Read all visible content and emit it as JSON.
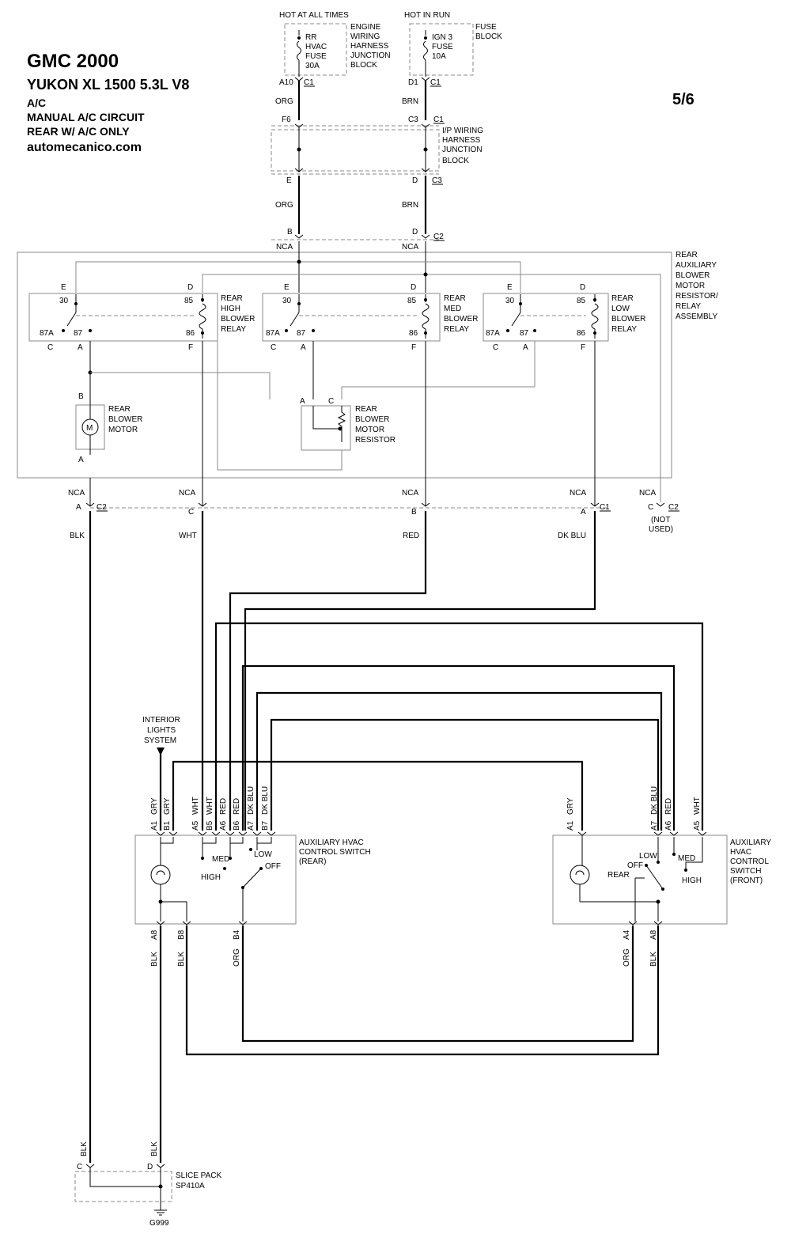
{
  "header": {
    "make": "GMC 2000",
    "model": "YUKON XL 1500  5.3L  V8",
    "system": "A/C",
    "circuit": "MANUAL A/C CIRCUIT",
    "option": "REAR W/ A/C ONLY",
    "site": "automecanico.com",
    "page": "5/6"
  },
  "power": {
    "hot_always": "HOT AT ALL TIMES",
    "hot_run": "HOT IN RUN",
    "fuse_rr": [
      "RR",
      "HVAC",
      "FUSE",
      "30A"
    ],
    "fuse_ign": [
      "IGN 3",
      "FUSE",
      "10A"
    ],
    "engine_block": [
      "ENGINE",
      "WIRING",
      "HARNESS",
      "JUNCTION",
      "BLOCK"
    ],
    "fuse_block": [
      "FUSE",
      "BLOCK"
    ],
    "ip_block": [
      "I/P WIRING",
      "HARNESS",
      "JUNCTION",
      "BLOCK"
    ]
  },
  "pins": {
    "a10": "A10",
    "d1": "D1",
    "c1": "C1",
    "c2": "C2",
    "c3": "C3",
    "f6": "F6",
    "e": "E",
    "d": "D",
    "b": "B",
    "a": "A",
    "c": "C",
    "f": "F",
    "nca": "NCA",
    "n30": "30",
    "n85": "85",
    "n87a": "87A",
    "n87": "87",
    "n86": "86"
  },
  "wires": {
    "org": "ORG",
    "brn": "BRN",
    "blk": "BLK",
    "wht": "WHT",
    "red": "RED",
    "dkblu": "DK BLU",
    "gry": "GRY"
  },
  "assembly": [
    "REAR",
    "AUXILIARY",
    "BLOWER",
    "MOTOR",
    "RESISTOR/",
    "RELAY",
    "ASSEMBLY"
  ],
  "relays": {
    "high": [
      "REAR",
      "HIGH",
      "BLOWER",
      "RELAY"
    ],
    "med": [
      "REAR",
      "MED",
      "BLOWER",
      "RELAY"
    ],
    "low": [
      "REAR",
      "LOW",
      "BLOWER",
      "RELAY"
    ]
  },
  "motor": {
    "label": [
      "REAR",
      "BLOWER",
      "MOTOR"
    ],
    "symbol": "M"
  },
  "resistor": [
    "REAR",
    "BLOWER",
    "MOTOR",
    "RESISTOR"
  ],
  "not_used": [
    "(NOT",
    "USED)"
  ],
  "interior": [
    "INTERIOR",
    "LIGHTS",
    "SYSTEM"
  ],
  "switch_rear": {
    "label": [
      "AUXILIARY HVAC",
      "CONTROL SWITCH",
      "(REAR)"
    ],
    "pins_top": [
      "A1",
      "B1",
      "A5",
      "B5",
      "A6",
      "B6",
      "A7",
      "B7"
    ],
    "wires_top": [
      "GRY",
      "GRY",
      "WHT",
      "WHT",
      "RED",
      "RED",
      "DK BLU",
      "DK BLU"
    ],
    "positions": [
      "MED",
      "LOW",
      "HIGH",
      "OFF"
    ],
    "pins_bottom": [
      "A8",
      "B8",
      "B4"
    ],
    "wires_bottom": [
      "BLK",
      "BLK",
      "ORG"
    ]
  },
  "switch_front": {
    "label": [
      "AUXILIARY",
      "HVAC",
      "CONTROL",
      "SWITCH",
      "(FRONT)"
    ],
    "pins_top": [
      "A1",
      "A7",
      "A6",
      "A5"
    ],
    "wires_top": [
      "GRY",
      "DK BLU",
      "RED",
      "WHT"
    ],
    "positions": [
      "LOW",
      "OFF",
      "REAR",
      "MED",
      "HIGH"
    ],
    "pins_bottom": [
      "A4",
      "A8"
    ],
    "wires_bottom": [
      "ORG",
      "BLK"
    ]
  },
  "splice": {
    "label": [
      "SLICE PACK",
      "SP410A"
    ],
    "ground": "G999"
  },
  "colors": {
    "wire": "#000000",
    "harness": "#8a8a8a"
  }
}
